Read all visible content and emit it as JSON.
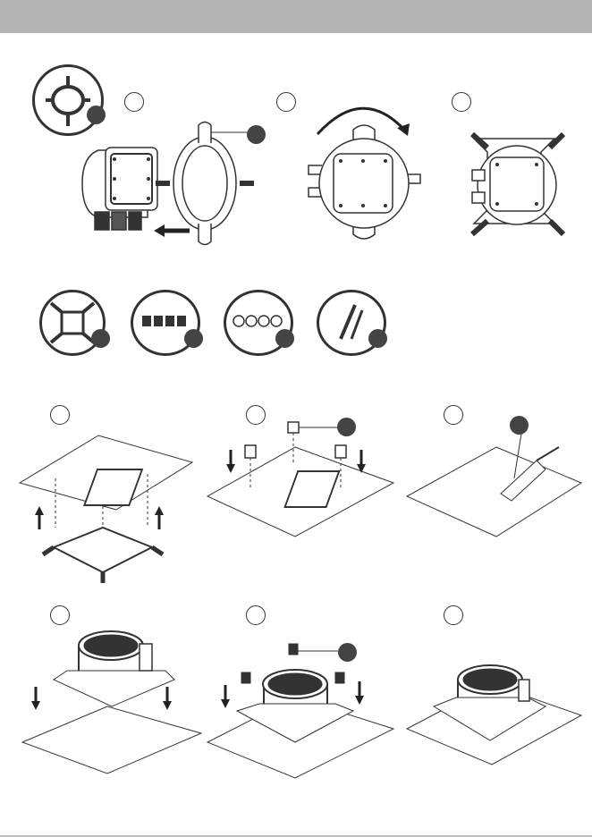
{
  "colors": {
    "header_bar": "#b3b3b3",
    "line_art": "#333333",
    "callout_dot": "#444444",
    "paper": "#ffffff"
  },
  "panels": {
    "bracket_steps": [
      "step-1",
      "step-2",
      "step-3"
    ],
    "accessories": [
      "intel-backplate",
      "spacers",
      "thumb-nuts",
      "thermal-paste"
    ],
    "install_steps": [
      "backplate",
      "standoffs",
      "thermal-paste",
      "pump-place",
      "pump-nuts",
      "finished"
    ]
  }
}
